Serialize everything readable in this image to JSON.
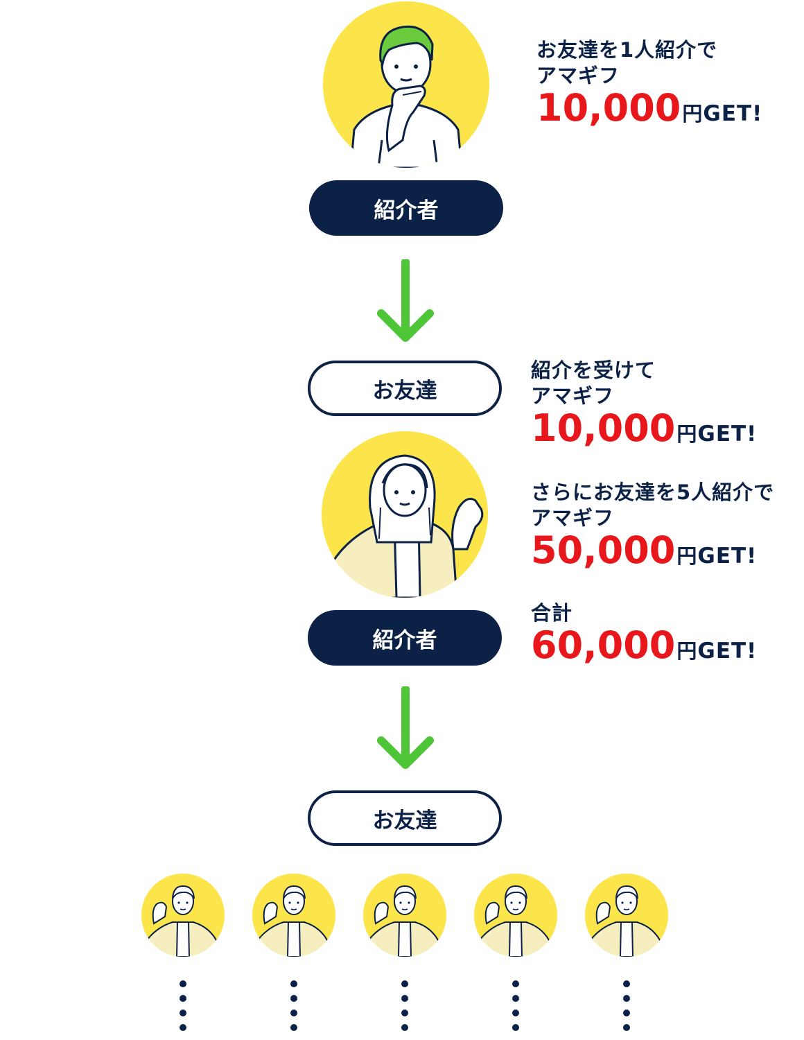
{
  "referrer_top": {
    "badge_label": "紹介者",
    "reward_line1": "お友達を1人紹介で",
    "reward_line2": "アマギフ",
    "amount": "10,000",
    "unit": "円",
    "get": "GET!"
  },
  "friend_label_1": "お友達",
  "middle": {
    "received_line1": "紹介を受けて",
    "received_line2": "アマギフ",
    "received_amount": "10,000",
    "received_unit": "円",
    "received_get": "GET!",
    "more_line1": "さらにお友達を5人紹介で",
    "more_line2": "アマギフ",
    "more_amount": "50,000",
    "more_unit": "円",
    "more_get": "GET!",
    "total_label": "合計",
    "total_amount": "60,000",
    "total_unit": "円",
    "total_get": "GET!",
    "badge_label": "紹介者"
  },
  "friend_label_2": "お友達",
  "colors": {
    "navy": "#0b2146",
    "green_arrow": "#4fc638",
    "yellow": "#fbe54a",
    "red": "#e8171b"
  },
  "icons": [
    "man-thinking-avatar",
    "woman-waving-avatar",
    "man-fist-avatar",
    "down-arrow-icon",
    "vertical-dots-icon"
  ]
}
